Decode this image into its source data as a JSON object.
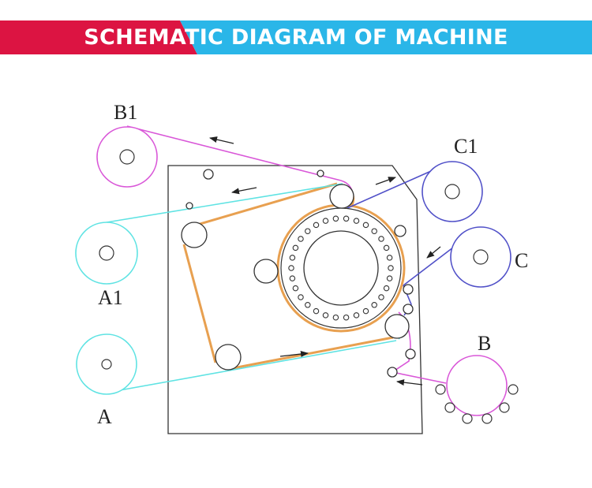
{
  "header": {
    "title": "SCHEMATIC DIAGRAM OF MACHINE",
    "colors": {
      "left": "#dc1442",
      "right": "#2ab6e8",
      "text": "#ffffff"
    }
  },
  "diagram": {
    "labels": {
      "b1": "B1",
      "c1": "C1",
      "c": "C",
      "a1": "A1",
      "a": "A",
      "b": "B"
    },
    "colors": {
      "frame": "#333333",
      "line_b": "#d957d8",
      "line_a": "#5fe3e3",
      "line_c": "#5050c8",
      "belt": "#e8a050",
      "label": "#222222"
    }
  }
}
